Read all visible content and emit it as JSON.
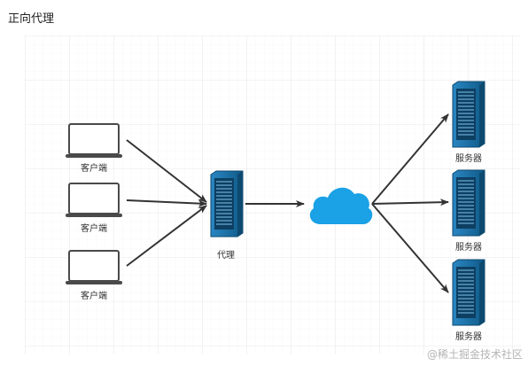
{
  "title": "正向代理",
  "diagram": {
    "clients": [
      {
        "label": "客户端"
      },
      {
        "label": "客户端"
      },
      {
        "label": "客户端"
      }
    ],
    "proxy": {
      "label": "代理"
    },
    "servers": [
      {
        "label": "服务器"
      },
      {
        "label": "服务器"
      },
      {
        "label": "服务器"
      }
    ],
    "cloud_icon": "cloud-icon",
    "colors": {
      "server_blue": "#1e6fa5",
      "server_dark": "#14557f",
      "cloud": "#1aa1e6",
      "arrow": "#333333",
      "grid": "#e8e8e8"
    }
  },
  "watermark": "@稀土掘金技术社区"
}
